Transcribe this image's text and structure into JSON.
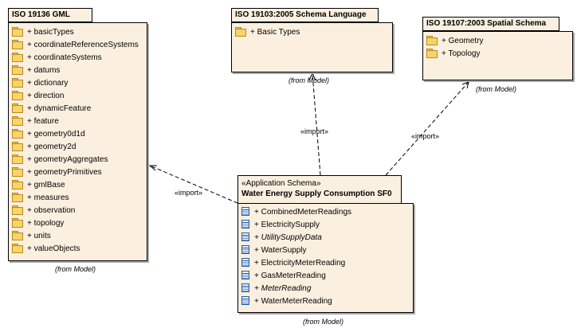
{
  "gml": {
    "title": "ISO 19136 GML",
    "items": [
      "+ basicTypes",
      "+ coordinateReferenceSystems",
      "+ coordinateSystems",
      "+ datums",
      "+ dictionary",
      "+ direction",
      "+ dynamicFeature",
      "+ feature",
      "+ geometry0d1d",
      "+ geometry2d",
      "+ geometryAggregates",
      "+ geometryPrimitives",
      "+ gmlBase",
      "+ measures",
      "+ observation",
      "+ topology",
      "+ units",
      "+ valueObjects"
    ],
    "from": "(from Model)"
  },
  "schema_language": {
    "title": "ISO 19103:2005 Schema Language",
    "items": [
      "+ Basic Types"
    ],
    "from": "(from Model)"
  },
  "spatial_schema": {
    "title": "ISO 19107:2003 Spatial Schema",
    "items": [
      "+  Geometry",
      "+ Topology"
    ],
    "from": "(from Model)"
  },
  "app_schema": {
    "stereotype": "«Application Schema»",
    "title": "Water Energy Supply Consumption SF0",
    "items": [
      {
        "label": "+ CombinedMeterReadings",
        "italic": false
      },
      {
        "label": "+ ElectricitySupply",
        "italic": false
      },
      {
        "label": "+ UtilitySupplyData",
        "italic": true
      },
      {
        "label": "+ WaterSupply",
        "italic": false
      },
      {
        "label": "+ ElectricityMeterReading",
        "italic": false
      },
      {
        "label": "+ GasMeterReading",
        "italic": false
      },
      {
        "label": "+ MeterReading",
        "italic": true
      },
      {
        "label": "+ WaterMeterReading",
        "italic": false
      }
    ],
    "from": "(from Model)"
  },
  "links": {
    "import_left": "«import»",
    "import_top": "«import»",
    "import_right": "«import»"
  },
  "icons": {
    "package_item": "folder-icon",
    "class_item": "class-icon"
  }
}
